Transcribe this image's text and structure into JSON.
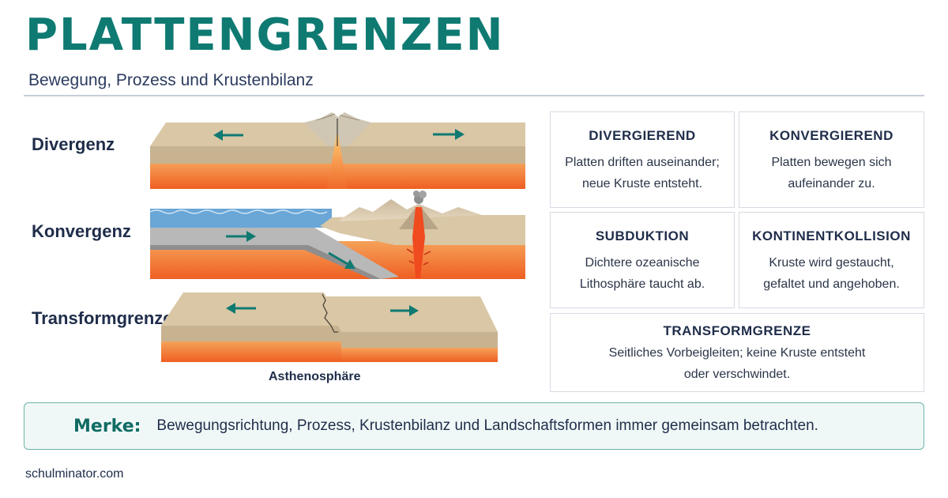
{
  "header": {
    "title": "PLATTENGRENZEN",
    "subtitle": "Bewegung, Prozess und Krustenbilanz"
  },
  "diagram": {
    "rows": [
      {
        "label": "Divergenz"
      },
      {
        "label": "Konvergenz"
      },
      {
        "label": "Transformgrenze"
      }
    ],
    "caption": "Asthenosphäre",
    "colors": {
      "crust_top": "#d9c7a6",
      "crust_side": "#c8b391",
      "mantle": "#f06a2a",
      "mantle_light": "#f5a25a",
      "water": "#6aa6d6",
      "arrow": "#0f7a72"
    }
  },
  "cards": [
    {
      "title": "DIVERGIEREND",
      "text": "Platten driften auseinander; neue Kruste entsteht."
    },
    {
      "title": "KONVERGIEREND",
      "text": "Platten bewegen sich aufeinander zu."
    },
    {
      "title": "SUBDUKTION",
      "text": "Dichtere ozeanische Lithosphäre taucht ab."
    },
    {
      "title": "KONTINENTKOLLISION",
      "text": "Kruste wird gestaucht, gefaltet und angehoben."
    },
    {
      "title": "TRANSFORMGRENZE",
      "text": "Seitliches Vorbeigleiten; keine Kruste entsteht oder verschwindet."
    }
  ],
  "merke": {
    "label": "Merke:",
    "text": "Bewegungsrichtung, Prozess, Krustenbilanz und Landschaftsformen immer gemeinsam betrachten."
  },
  "footer": {
    "source": "schulminator.com"
  }
}
